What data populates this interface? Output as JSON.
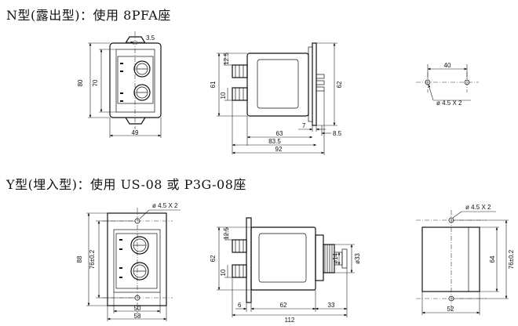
{
  "headings": {
    "n_type": "N型(露出型)：使用 8PFA座",
    "y_type": "Y型(埋入型)：使用 US-08 或 P3G-08座"
  },
  "n_front": {
    "d3_5": "3.5",
    "d80": "80",
    "d70": "70",
    "d49": "49"
  },
  "n_side": {
    "d12_5": "12.5",
    "d61": "61",
    "d10": "10",
    "d62": "62",
    "d7": "7",
    "d8_5": "8.5",
    "d63": "63",
    "d83_5": "83.5",
    "d92": "92"
  },
  "n_hole": {
    "d40": "40",
    "hole": "ø 4.5 X 2"
  },
  "y_front": {
    "hole": "ø 4.5 X 2",
    "d88": "88",
    "d76": "76±0.2",
    "d50": "50",
    "d58": "58"
  },
  "y_side": {
    "d12_5": "12.5",
    "d62": "62",
    "d10": "10",
    "d14": "ø14",
    "d33dia": "ø33",
    "d6": "6",
    "d62b": "62",
    "d33": "33",
    "d112": "112"
  },
  "y_cut": {
    "hole": "ø 4.5 X 2",
    "d64": "64",
    "d76": "76±0.2",
    "d52": "52"
  }
}
